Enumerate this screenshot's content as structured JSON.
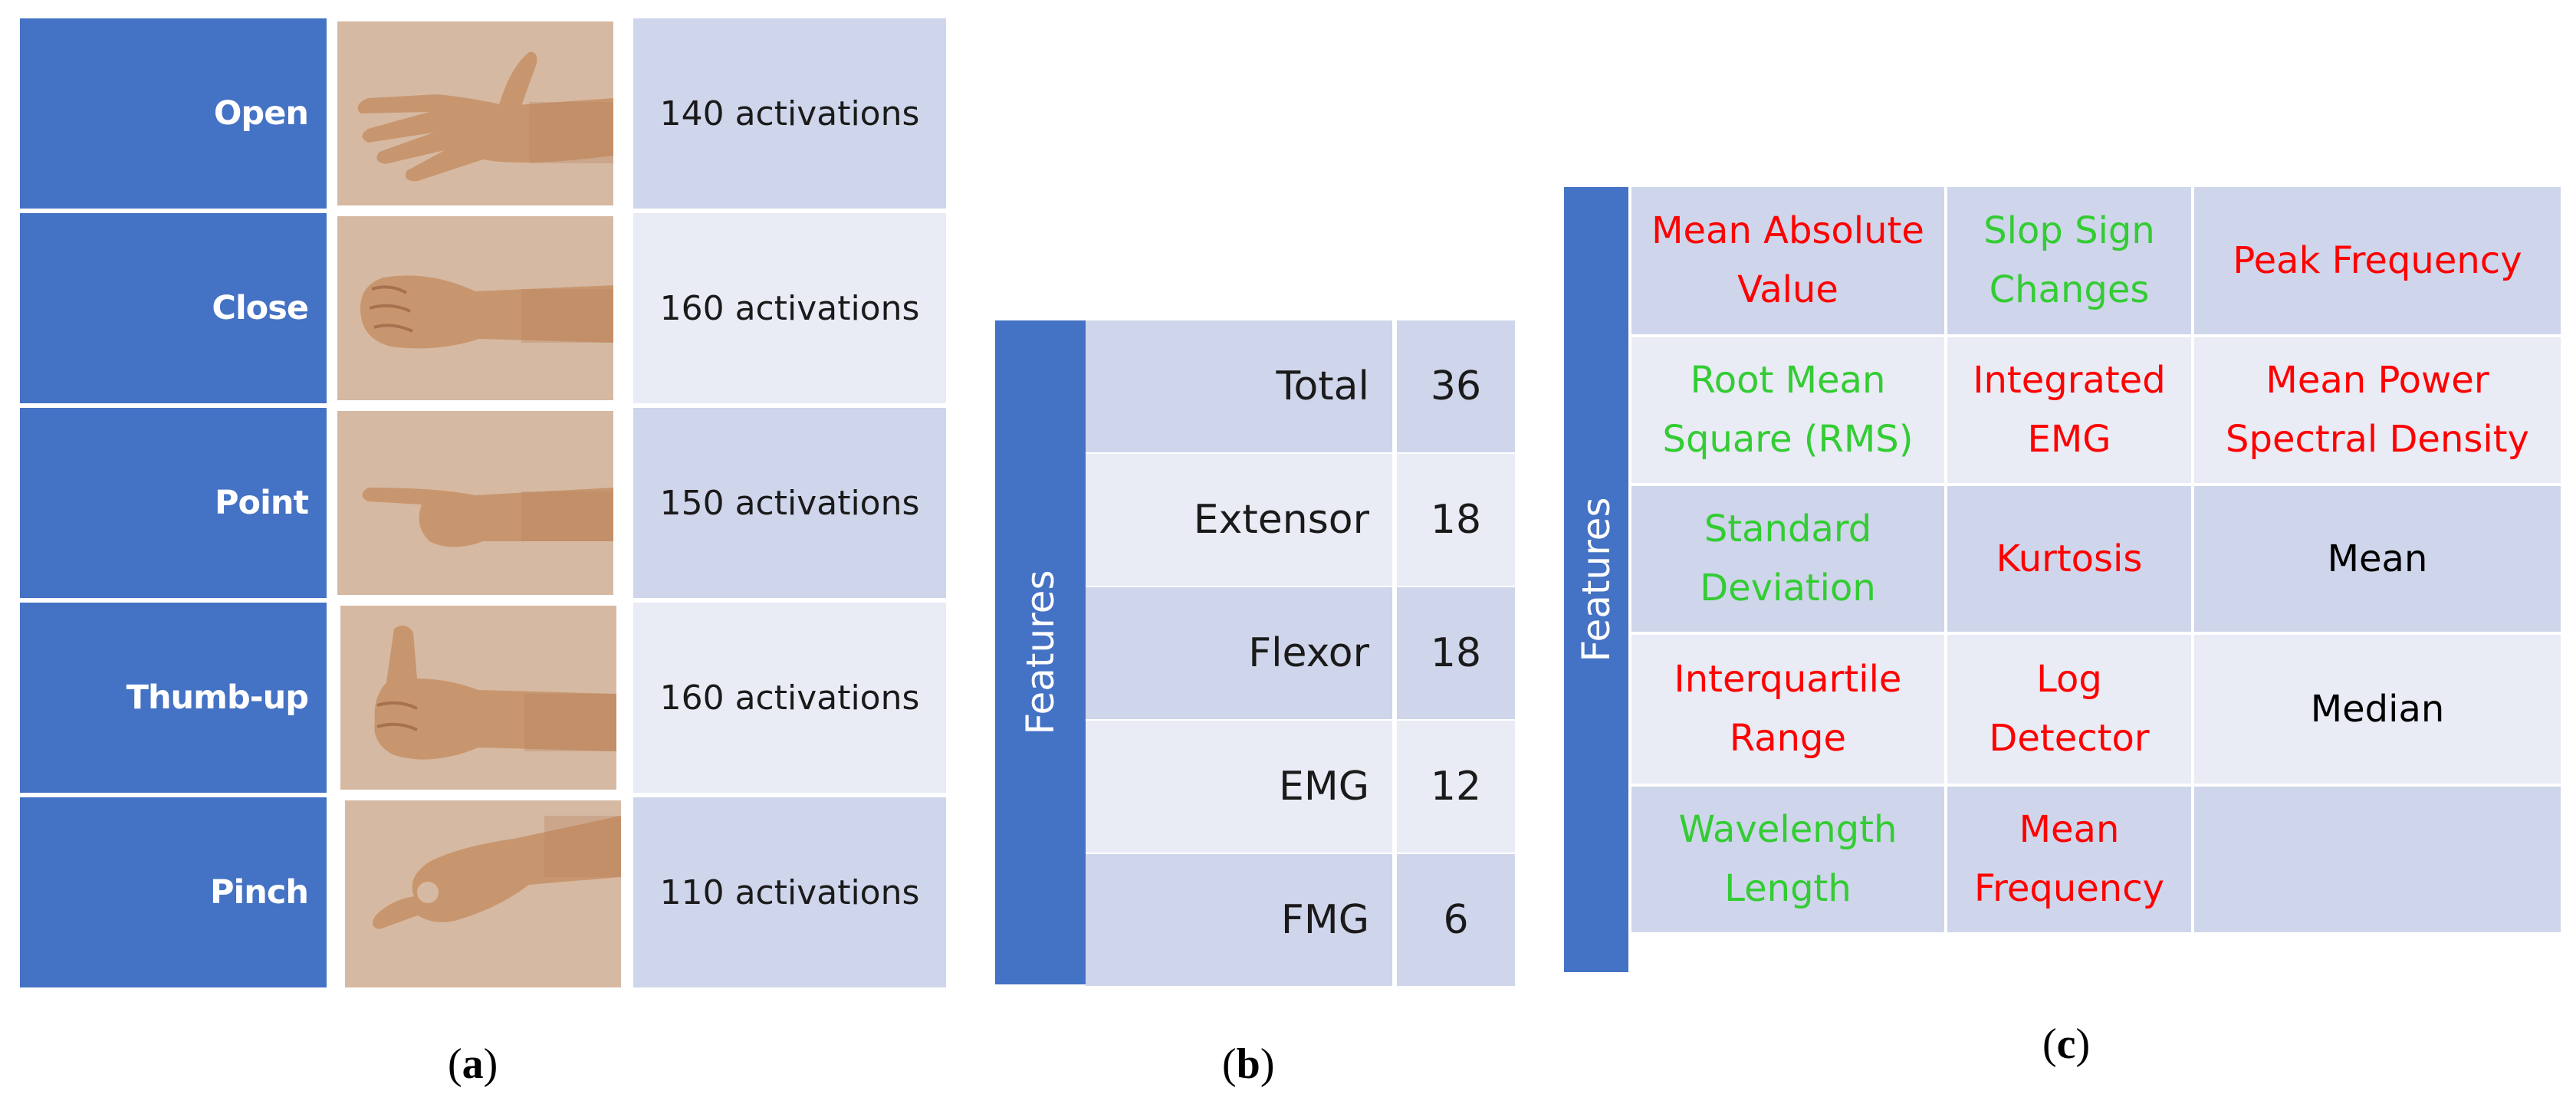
{
  "panel_a": {
    "caption": "a",
    "gestures": [
      {
        "label": "Open",
        "count": "140 activations",
        "photo_icon": "open-hand-icon"
      },
      {
        "label": "Close",
        "count": "160 activations",
        "photo_icon": "fist-icon"
      },
      {
        "label": "Point",
        "count": "150 activations",
        "photo_icon": "pointing-hand-icon"
      },
      {
        "label": "Thumb-up",
        "count": "160 activations",
        "photo_icon": "thumbs-up-icon"
      },
      {
        "label": "Pinch",
        "count": "110 activations",
        "photo_icon": "pinch-hand-icon"
      }
    ]
  },
  "panel_b": {
    "caption": "b",
    "header": "Features",
    "rows": [
      {
        "name": "Total",
        "value": "36"
      },
      {
        "name": "Extensor",
        "value": "18"
      },
      {
        "name": "Flexor",
        "value": "18"
      },
      {
        "name": "EMG",
        "value": "12"
      },
      {
        "name": "FMG",
        "value": "6"
      }
    ]
  },
  "panel_c": {
    "caption": "c",
    "header": "Features",
    "cells": [
      [
        {
          "text": "Mean Absolute Value",
          "color": "red"
        },
        {
          "text": "Slop Sign Changes",
          "color": "green"
        },
        {
          "text": "Peak Frequency",
          "color": "red"
        }
      ],
      [
        {
          "text": "Root Mean Square (RMS)",
          "color": "green"
        },
        {
          "text": "Integrated EMG",
          "color": "red"
        },
        {
          "text": "Mean Power Spectral Density",
          "color": "red"
        }
      ],
      [
        {
          "text": "Standard Deviation",
          "color": "green"
        },
        {
          "text": "Kurtosis",
          "color": "red"
        },
        {
          "text": "Mean",
          "color": "black"
        }
      ],
      [
        {
          "text": "Interquartile Range",
          "color": "red"
        },
        {
          "text": "Log Detector",
          "color": "red"
        },
        {
          "text": "Median",
          "color": "black"
        }
      ],
      [
        {
          "text": "Wavelength Length",
          "color": "green"
        },
        {
          "text": "Mean Frequency",
          "color": "red"
        },
        {
          "text": "",
          "color": "black"
        }
      ]
    ]
  },
  "colors": {
    "header_blue": "#4472C4",
    "row_dark": "#CFD5EA",
    "row_light": "#E9EBF5",
    "red": "#FF0000",
    "green": "#33CC33",
    "skin": "#C8966E",
    "photo_bg": "#D6B9A2"
  }
}
